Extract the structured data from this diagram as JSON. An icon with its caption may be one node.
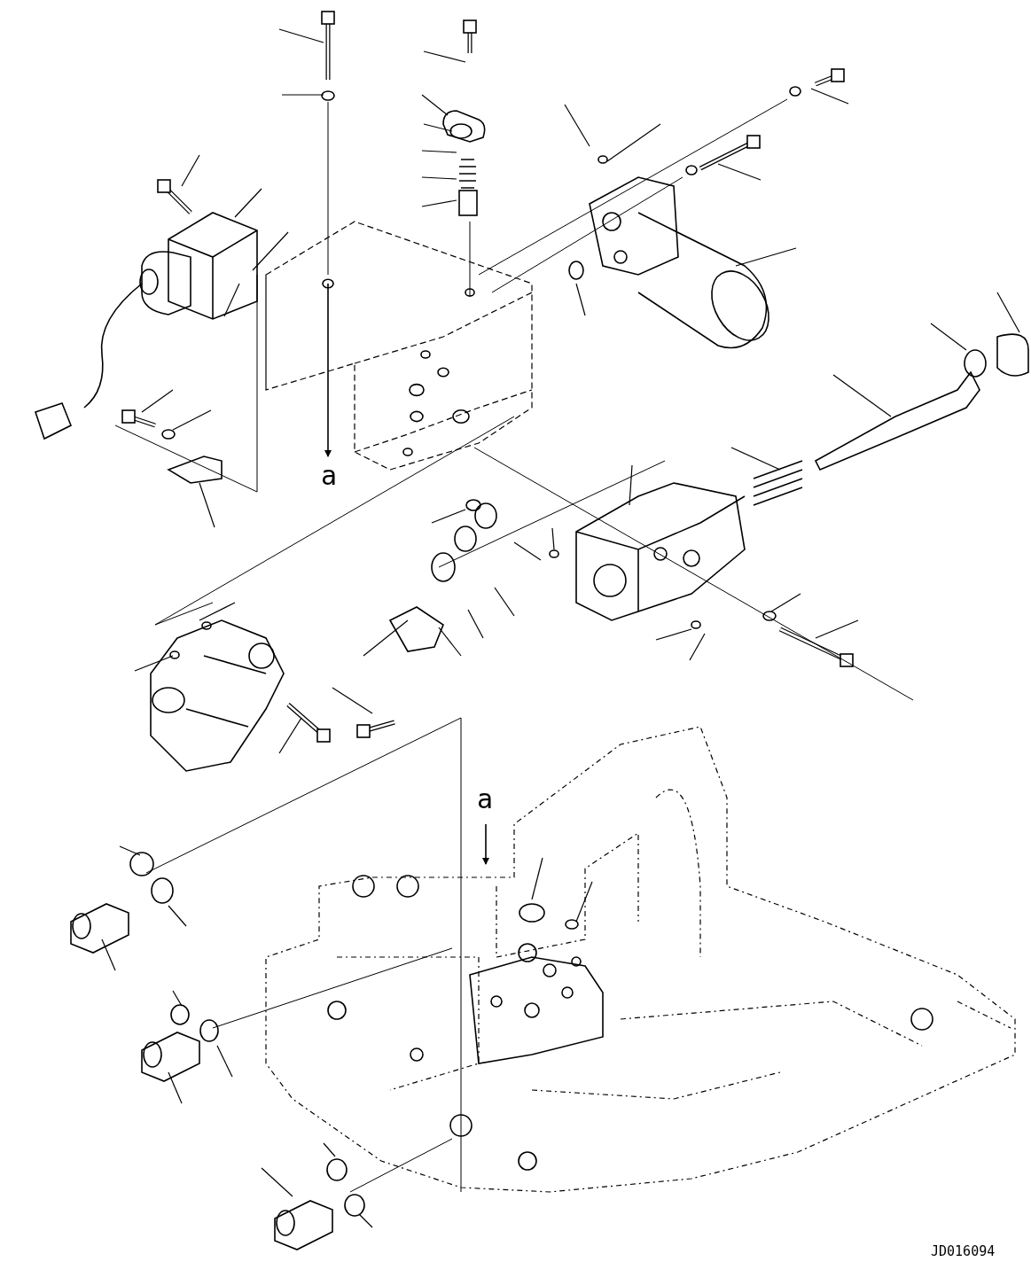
{
  "diagram": {
    "labels": [
      "a",
      "a",
      "JD016094"
    ]
  }
}
